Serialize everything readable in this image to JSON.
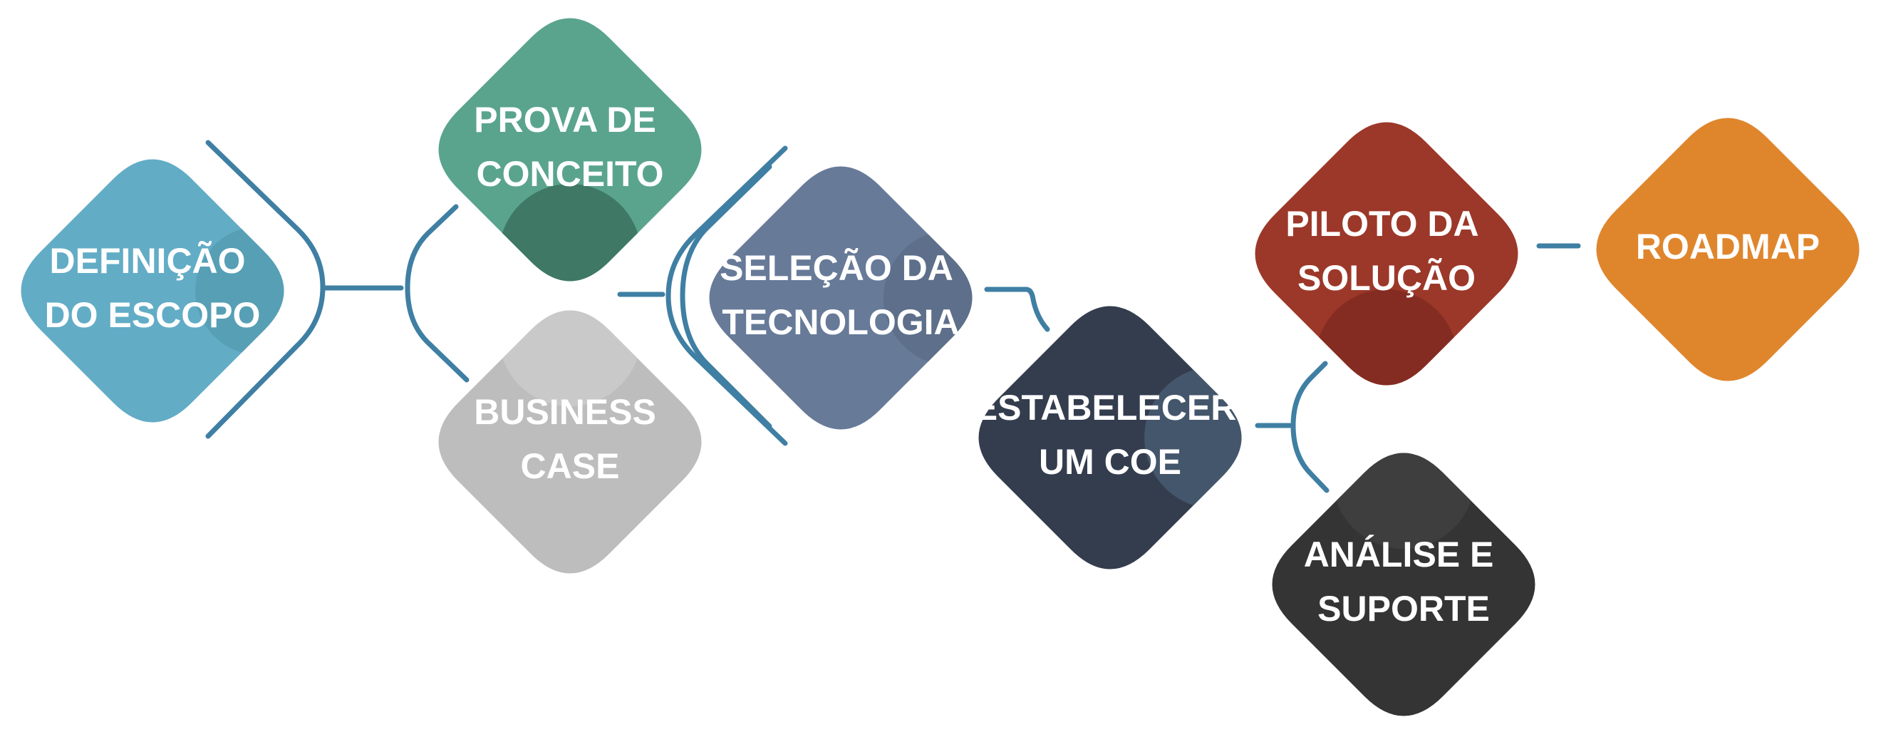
{
  "palette": {
    "connector": "#3f7fa3",
    "text": "#ffffff"
  },
  "nodes": [
    {
      "id": "definicao-do-escopo",
      "lines": [
        "DEFINIÇÃO",
        "DO ESCOPO"
      ],
      "color": "#62acc6",
      "accent": "#579fb5"
    },
    {
      "id": "prova-de-conceito",
      "lines": [
        "PROVA DE",
        "CONCEITO"
      ],
      "color": "#5aa48e",
      "accent": "#3f7865"
    },
    {
      "id": "business-case",
      "lines": [
        "BUSINESS",
        "CASE"
      ],
      "color": "#bdbdbd",
      "accent": "#c9c9c9"
    },
    {
      "id": "selecao-da-tecnologia",
      "lines": [
        "SELEÇÃO DA",
        "TECNOLOGIA"
      ],
      "color": "#677a98",
      "accent": "#5d6f8a"
    },
    {
      "id": "estabelecer-um-coe",
      "lines": [
        "ESTABELECER",
        "UM COE"
      ],
      "color": "#333d4e",
      "accent": "#44566b"
    },
    {
      "id": "piloto-da-solucao",
      "lines": [
        "PILOTO DA",
        "SOLUÇÃO"
      ],
      "color": "#9c3829",
      "accent": "#842c22"
    },
    {
      "id": "analise-e-suporte",
      "lines": [
        "ANÁLISE E",
        "SUPORTE"
      ],
      "color": "#343434",
      "accent": "#3e3e3e"
    },
    {
      "id": "roadmap",
      "lines": [
        "ROADMAP"
      ],
      "color": "#df862d",
      "accent": "#df862d"
    }
  ]
}
